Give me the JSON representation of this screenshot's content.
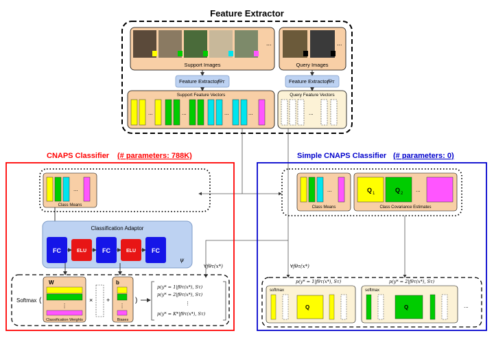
{
  "titles": {
    "feature_extractor": "Feature Extractor",
    "cnaps": "CNAPS Classifier",
    "cnaps_params": "(# parameters: 788K)",
    "simple": "Simple CNAPS Classifier",
    "simple_params": "(# parameters: 0)"
  },
  "labels": {
    "support_images": "Support Images",
    "query_images": "Query Images",
    "feature_extractor_box": "Feature Extractor",
    "support_feature_vectors": "Support Feature Vectors",
    "query_feature_vectors": "Query Feature Vectors",
    "class_means": "Class Means",
    "class_covariance": "Class Covariance Estimates",
    "classification_adaptor": "Classification Adaptor",
    "classification_weights": "Classification Weights",
    "biases": "Biases",
    "softmax": "Softmax",
    "softmax_lower": "softmax",
    "fc": "FC",
    "elu": "ELU",
    "W": "W",
    "b": "b",
    "Q1": "Q",
    "Q2": "Q",
    "q1_sub": "1",
    "q2_sub": "2",
    "ellipsis": "...",
    "vdots": "⋮",
    "forall_left": "∀f",
    "forall_right": "∀f",
    "theta": "θ",
    "psi": "ψ"
  },
  "formulas": {
    "f_theta": "fθτ",
    "probs": [
      "p(y* = 1|fθτ(x*), Sτ)",
      "p(y* = 2|fθτ(x*), Sτ)",
      "⋮",
      "p(y* = K*|fθτ(x*), Sτ)"
    ],
    "simple_p1": "p(y* = 1|fθτ(x*), Sτ)",
    "simple_p2": "p(y* = 2|fθτ(x*), Sτ)",
    "forall_expr": "∀fθτ(x*)"
  },
  "colors": {
    "cnaps_red": "#ff0000",
    "simple_blue": "#0000cc",
    "peach": "#f8cfa6",
    "light_yellow": "#fcf2d6",
    "light_blue": "#bdd2f2",
    "fc_blue": "#1515e8",
    "elu_red": "#e81515",
    "yellow": "#ffff00",
    "green": "#00cc00",
    "cyan": "#00e5ee",
    "magenta": "#ff55ff"
  }
}
